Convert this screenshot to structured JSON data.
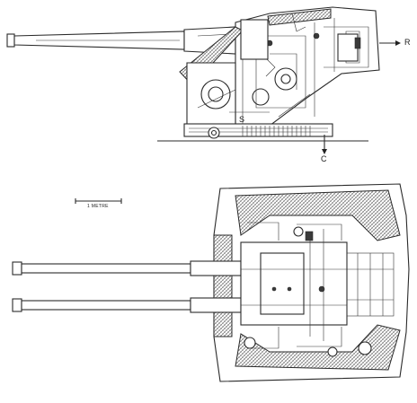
{
  "labels": {
    "marker_r": "R",
    "marker_c": "C",
    "marker_s": "S",
    "scale_bar": "1 METRE"
  },
  "icons": {
    "side_elevation": "gun-turret-side-elevation-drawing",
    "plan_view": "gun-turret-plan-view-drawing"
  }
}
